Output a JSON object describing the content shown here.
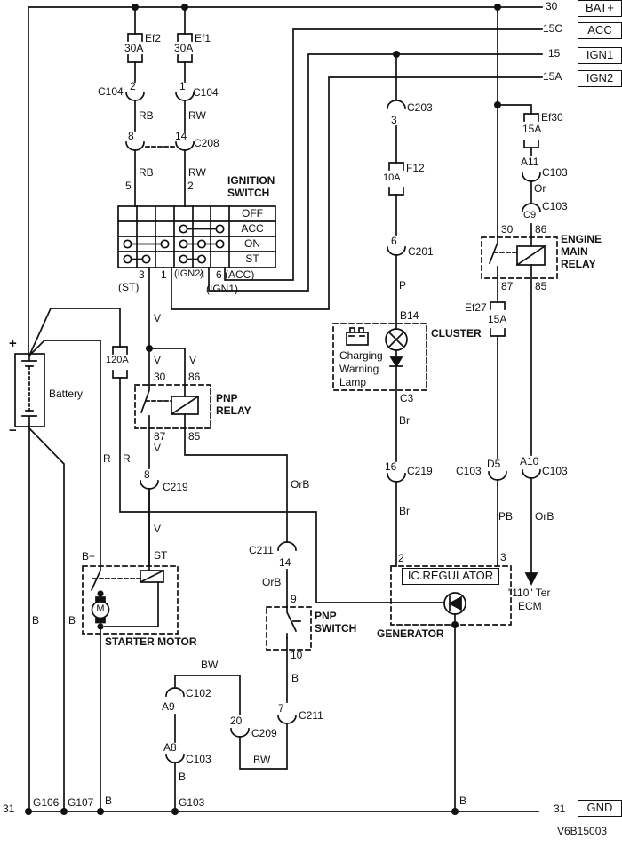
{
  "diagram": {
    "code": "V6B15003"
  },
  "power_rails": [
    {
      "terminal": "30",
      "tag": "BAT+"
    },
    {
      "terminal": "15C",
      "tag": "ACC"
    },
    {
      "terminal": "15",
      "tag": "IGN1"
    },
    {
      "terminal": "15A",
      "tag": "IGN2"
    }
  ],
  "ground": {
    "terminal": "31",
    "tag": "GND",
    "points": [
      "G106",
      "G107",
      "G103"
    ]
  },
  "fuses": [
    {
      "name": "Ef2",
      "rating": "30A"
    },
    {
      "name": "Ef1",
      "rating": "30A"
    },
    {
      "name": "Ef30",
      "rating": "15A"
    },
    {
      "name": "Ef27",
      "rating": "15A"
    },
    {
      "name": "F12",
      "rating": "10A"
    },
    {
      "name": "",
      "rating": "120A"
    }
  ],
  "ignition_switch": {
    "positions": [
      "OFF",
      "ACC",
      "ON",
      "ST"
    ],
    "contacts": {
      "ACC": [
        [
          4,
          6
        ]
      ],
      "ON": [
        [
          1,
          3
        ],
        [
          4,
          5
        ],
        [
          5,
          6
        ]
      ],
      "ST": [
        [
          1,
          2
        ],
        [
          4,
          5
        ]
      ]
    }
  },
  "labels": [
    {
      "id": "lbl-30",
      "text": "30"
    },
    {
      "id": "tag-batplus",
      "text": "BAT+"
    },
    {
      "id": "lbl-15c",
      "text": "15C"
    },
    {
      "id": "tag-acc",
      "text": "ACC"
    },
    {
      "id": "lbl-15",
      "text": "15"
    },
    {
      "id": "tag-ign1",
      "text": "IGN1"
    },
    {
      "id": "lbl-15a",
      "text": "15A"
    },
    {
      "id": "tag-ign2",
      "text": "IGN2"
    },
    {
      "id": "ef2-name",
      "text": "Ef2"
    },
    {
      "id": "ef2-rating",
      "text": "30A"
    },
    {
      "id": "ef1-name",
      "text": "Ef1"
    },
    {
      "id": "ef1-rating",
      "text": "30A"
    },
    {
      "id": "c104-left",
      "text": "C104"
    },
    {
      "id": "c104-pin2",
      "text": "2"
    },
    {
      "id": "c104-pin1",
      "text": "1"
    },
    {
      "id": "c104-right",
      "text": "C104"
    },
    {
      "id": "rb1",
      "text": "RB"
    },
    {
      "id": "rw1",
      "text": "RW"
    },
    {
      "id": "c208-pin8",
      "text": "8"
    },
    {
      "id": "c208-pin14",
      "text": "14"
    },
    {
      "id": "c208-label",
      "text": "C208"
    },
    {
      "id": "rb2",
      "text": "RB"
    },
    {
      "id": "rw2",
      "text": "RW"
    },
    {
      "id": "ign-pin5",
      "text": "5"
    },
    {
      "id": "ign-pin2",
      "text": "2"
    },
    {
      "id": "ign-title-1",
      "text": "IGNITION"
    },
    {
      "id": "ign-title-2",
      "text": "SWITCH"
    },
    {
      "id": "pos-off",
      "text": "OFF"
    },
    {
      "id": "pos-acc",
      "text": "ACC"
    },
    {
      "id": "pos-on",
      "text": "ON"
    },
    {
      "id": "pos-st",
      "text": "ST"
    },
    {
      "id": "ign-pin3",
      "text": "3"
    },
    {
      "id": "ign-pin3-fn",
      "text": "(ST)"
    },
    {
      "id": "ign-pin1",
      "text": "1"
    },
    {
      "id": "ign-pin1-fn",
      "text": "(IGN2)"
    },
    {
      "id": "ign-pin4",
      "text": "4"
    },
    {
      "id": "ign-pin6",
      "text": "6 (ACC)"
    },
    {
      "id": "ign-pin4-fn",
      "text": "(IGN1)"
    },
    {
      "id": "v1",
      "text": "V"
    },
    {
      "id": "v2",
      "text": "V"
    },
    {
      "id": "v3",
      "text": "V"
    },
    {
      "id": "v4",
      "text": "V"
    },
    {
      "id": "v5",
      "text": "V"
    },
    {
      "id": "r1",
      "text": "R"
    },
    {
      "id": "r2",
      "text": "R"
    },
    {
      "id": "bat-plus",
      "text": "+"
    },
    {
      "id": "bat-minus",
      "text": "−"
    },
    {
      "id": "battery-label",
      "text": "Battery"
    },
    {
      "id": "f120-rating",
      "text": "120A"
    },
    {
      "id": "pnp-pin30",
      "text": "30"
    },
    {
      "id": "pnp-pin86",
      "text": "86"
    },
    {
      "id": "pnp-pin87",
      "text": "87"
    },
    {
      "id": "pnp-pin85",
      "text": "85"
    },
    {
      "id": "pnp-name-1",
      "text": "PNP"
    },
    {
      "id": "pnp-name-2",
      "text": "RELAY"
    },
    {
      "id": "c219-pin8",
      "text": "8"
    },
    {
      "id": "c219-label-1",
      "text": "C219"
    },
    {
      "id": "st-label",
      "text": "ST"
    },
    {
      "id": "bplus-label",
      "text": "B+"
    },
    {
      "id": "starter-name",
      "text": "STARTER MOTOR"
    },
    {
      "id": "motor-m",
      "text": "M"
    },
    {
      "id": "b-left-1",
      "text": "B"
    },
    {
      "id": "b-left-2",
      "text": "B"
    },
    {
      "id": "b-starter",
      "text": "B"
    },
    {
      "id": "orb-1",
      "text": "OrB"
    },
    {
      "id": "c211-label-1",
      "text": "C211"
    },
    {
      "id": "c211-pin14",
      "text": "14"
    },
    {
      "id": "orb-2",
      "text": "OrB"
    },
    {
      "id": "pnpsw-pin9",
      "text": "9"
    },
    {
      "id": "pnpsw-name-1",
      "text": "PNP"
    },
    {
      "id": "pnpsw-name-2",
      "text": "SWITCH"
    },
    {
      "id": "pnpsw-pin10",
      "text": "10"
    },
    {
      "id": "b-pnp",
      "text": "B"
    },
    {
      "id": "c211-pin7",
      "text": "7"
    },
    {
      "id": "c211-label-2",
      "text": "C211"
    },
    {
      "id": "bw1",
      "text": "BW"
    },
    {
      "id": "bw2",
      "text": "BW"
    },
    {
      "id": "c209-pin20",
      "text": "20"
    },
    {
      "id": "c209-label",
      "text": "C209"
    },
    {
      "id": "c102-pin-a9",
      "text": "A9"
    },
    {
      "id": "c102-label",
      "text": "C102"
    },
    {
      "id": "c103-pin-a8",
      "text": "A8"
    },
    {
      "id": "c103-label-a8",
      "text": "C103"
    },
    {
      "id": "b-a8",
      "text": "B"
    },
    {
      "id": "g106",
      "text": "G106"
    },
    {
      "id": "g107",
      "text": "G107"
    },
    {
      "id": "g103",
      "text": "G103"
    },
    {
      "id": "rail31-left",
      "text": "31"
    },
    {
      "id": "rail31-right",
      "text": "31"
    },
    {
      "id": "tag-gnd",
      "text": "GND"
    },
    {
      "id": "diagram-code",
      "text": "V6B15003"
    },
    {
      "id": "c203-pin3",
      "text": "3"
    },
    {
      "id": "c203-label",
      "text": "C203"
    },
    {
      "id": "f12-name",
      "text": "F12"
    },
    {
      "id": "f12-rating",
      "text": "10A"
    },
    {
      "id": "c201-pin6",
      "text": "6"
    },
    {
      "id": "c201-label",
      "text": "C201"
    },
    {
      "id": "p-label",
      "text": "P"
    },
    {
      "id": "b14-label",
      "text": "B14"
    },
    {
      "id": "cluster-name",
      "text": "CLUSTER"
    },
    {
      "id": "charging-1",
      "text": "Charging"
    },
    {
      "id": "charging-2",
      "text": "Warning"
    },
    {
      "id": "charging-3",
      "text": "Lamp"
    },
    {
      "id": "c3-label",
      "text": "C3"
    },
    {
      "id": "br-1",
      "text": "Br"
    },
    {
      "id": "c219-pin16",
      "text": "16"
    },
    {
      "id": "c219-label-2",
      "text": "C219"
    },
    {
      "id": "br-2",
      "text": "Br"
    },
    {
      "id": "gen-pin2",
      "text": "2"
    },
    {
      "id": "gen-pin3",
      "text": "3"
    },
    {
      "id": "icreg-label",
      "text": "IC.REGULATOR"
    },
    {
      "id": "gen-name",
      "text": "GENERATOR"
    },
    {
      "id": "b-gen",
      "text": "B"
    },
    {
      "id": "d5-label",
      "text": "D5"
    },
    {
      "id": "c103-d5",
      "text": "C103"
    },
    {
      "id": "pb-label",
      "text": "PB"
    },
    {
      "id": "a10-label",
      "text": "A10"
    },
    {
      "id": "c103-a10",
      "text": "C103"
    },
    {
      "id": "orb-3",
      "text": "OrB"
    },
    {
      "id": "ecm-1",
      "text": "\"110\" Ter"
    },
    {
      "id": "ecm-2",
      "text": "ECM"
    },
    {
      "id": "ef30-name",
      "text": "Ef30"
    },
    {
      "id": "ef30-rating",
      "text": "15A"
    },
    {
      "id": "a11-label",
      "text": "A11"
    },
    {
      "id": "c103-a11",
      "text": "C103"
    },
    {
      "id": "or-label",
      "text": "Or"
    },
    {
      "id": "c9-label",
      "text": "C9"
    },
    {
      "id": "c103-c9",
      "text": "C103"
    },
    {
      "id": "emr-pin30",
      "text": "30"
    },
    {
      "id": "emr-pin86",
      "text": "86"
    },
    {
      "id": "emr-pin87",
      "text": "87"
    },
    {
      "id": "emr-pin85",
      "text": "85"
    },
    {
      "id": "emr-name-1",
      "text": "ENGINE"
    },
    {
      "id": "emr-name-2",
      "text": "MAIN"
    },
    {
      "id": "emr-name-3",
      "text": "RELAY"
    },
    {
      "id": "ef27-name",
      "text": "Ef27"
    },
    {
      "id": "ef27-rating",
      "text": "15A"
    }
  ]
}
